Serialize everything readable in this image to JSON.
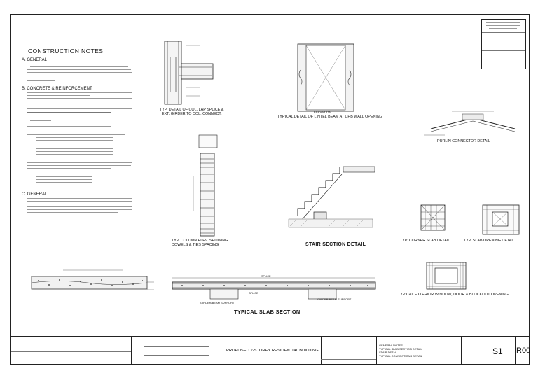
{
  "notes": {
    "title": "CONSTRUCTION NOTES",
    "sections": [
      {
        "label": "A.  GENERAL"
      },
      {
        "label": "B.  CONCRETE & REINFORCEMENT"
      },
      {
        "label": "C.  GENERAL"
      }
    ]
  },
  "details": {
    "col_splice": "TYP. DETAIL OF COL. LAP SPLICE &\nEXT. GIRDER TO COL. CONNECT.",
    "elevation": "ELEVATION",
    "lintel": "TYPICAL DETAIL OF LINTEL BEAM AT CHB WALL OPENING",
    "purlin": "PURLIN CONNECTOR DETAIL",
    "column_elev": "TYP. COLUMN ELEV. SHOWING\nDOWELS & TIES SPACING",
    "stair": "STAIR SECTION DETAIL",
    "corner_slab": "TYP. CORNER SLAB DETAIL",
    "slab_opening": "TYP. SLAB OPENING DETAIL",
    "exterior_window": "TYPICAL EXTERIOR WINDOW, DOOR & BLOCKOUT OPENING",
    "slab_section": "TYPICAL SLAB SECTION",
    "girder_left": "GIRDER/BEAM SUPPORT",
    "girder_right": "GIRDER/BEAM SUPPORT",
    "splice_top": "SPLICE",
    "splice_bottom": "SPLICE"
  },
  "title_block": {
    "project_title": "PROPOSED 2-STOREY RESIDENTIAL BUILDING",
    "sheet_contents": [
      "GENERAL NOTES",
      "TYPICAL SLAB SECTION DETAIL",
      "STAIR DETAIL",
      "TYPICAL CONNECTIONS DETAIL"
    ],
    "sheet_no": "S1",
    "revision": "R00"
  }
}
